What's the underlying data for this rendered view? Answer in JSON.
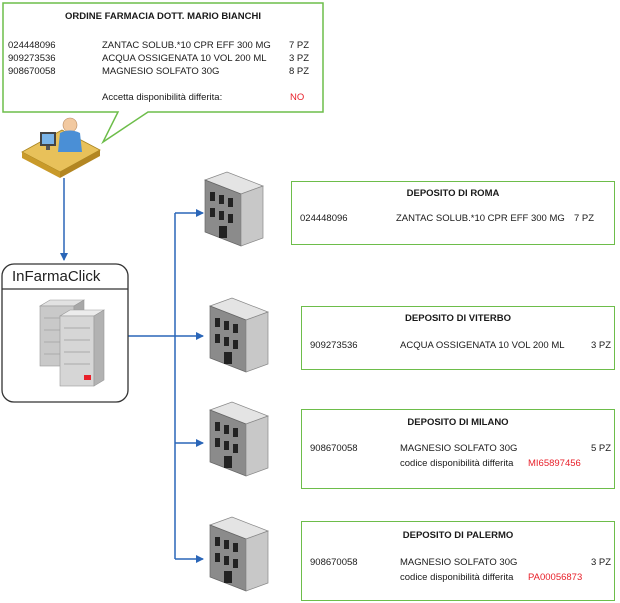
{
  "order": {
    "title": "ORDINE FARMACIA DOTT. MARIO BIANCHI",
    "rows": [
      {
        "code": "024448096",
        "desc": "ZANTAC SOLUB.*10 CPR EFF 300 MG",
        "qty": "7 PZ"
      },
      {
        "code": "909273536",
        "desc": "ACQUA OSSIGENATA 10 VOL 200 ML",
        "qty": "3 PZ"
      },
      {
        "code": "908670058",
        "desc": "MAGNESIO SOLFATO 30G",
        "qty": "8 PZ"
      }
    ],
    "deferred_label": "Accetta disponibilità differita:",
    "deferred_value": "NO"
  },
  "system": {
    "name": "InFarmaClick"
  },
  "depots": [
    {
      "title": "DEPOSITO DI ROMA",
      "code": "024448096",
      "desc": "ZANTAC SOLUB.*10 CPR EFF 300 MG",
      "qty": "7 PZ"
    },
    {
      "title": "DEPOSITO DI VITERBO",
      "code": "909273536",
      "desc": "ACQUA OSSIGENATA 10 VOL 200 ML",
      "qty": "3 PZ"
    },
    {
      "title": "DEPOSITO DI MILANO",
      "code": "908670058",
      "desc": "MAGNESIO SOLFATO 30G",
      "qty": "5 PZ",
      "deferred_label": "codice disponibilità differita",
      "deferred_code": "MI65897456"
    },
    {
      "title": "DEPOSITO DI PALERMO",
      "code": "908670058",
      "desc": "MAGNESIO SOLFATO 30G",
      "qty": "3 PZ",
      "deferred_label": "codice disponibilità differita",
      "deferred_code": "PA00056873"
    }
  ],
  "colors": {
    "border_green": "#6dbd4a",
    "arrow_blue": "#2a66b8",
    "deferred_red": "#e8202a"
  }
}
